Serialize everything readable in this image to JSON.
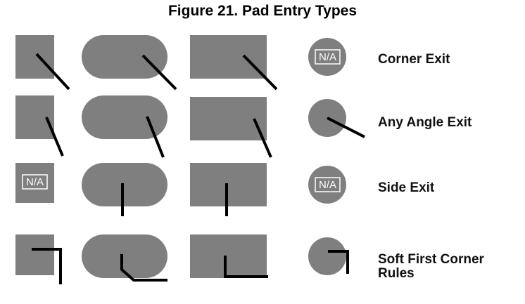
{
  "figure": {
    "title": "Figure 21. Pad Entry Types"
  },
  "rows": [
    {
      "label": "Corner Exit"
    },
    {
      "label": "Any Angle Exit"
    },
    {
      "label": "Side Exit"
    },
    {
      "label_line1": "Soft First Corner",
      "label_line2": "Rules"
    }
  ],
  "not_applicable": "N/A",
  "colors": {
    "pad": "#7f7f7f",
    "trace": "#000000",
    "background": "#ffffff"
  }
}
